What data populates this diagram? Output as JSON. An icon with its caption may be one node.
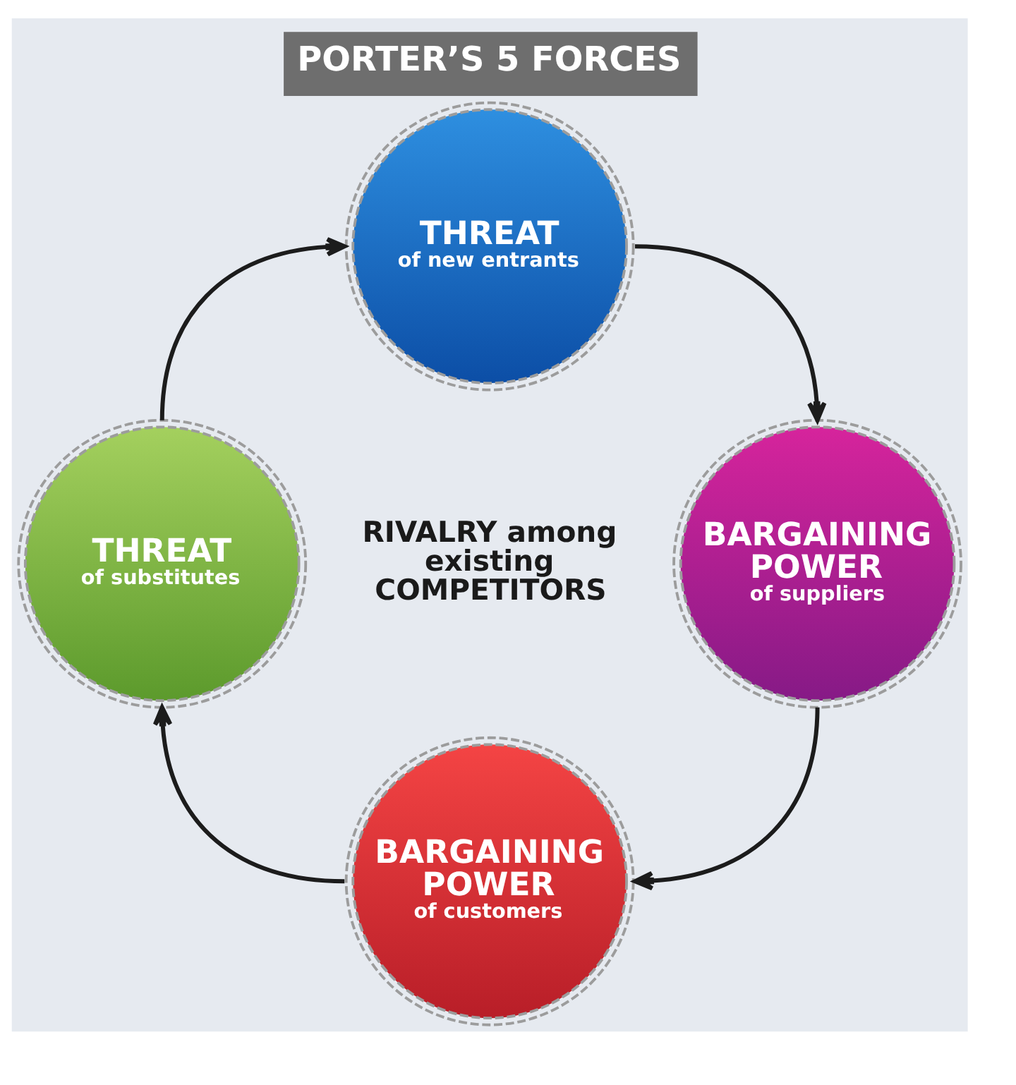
{
  "diagram": {
    "title": "PORTER’S 5 FORCES",
    "nodes": [
      {
        "text": [
          "THREAT",
          "of new entrants"
        ]
      },
      {
        "text": [
          "THREAT",
          "of substitutes"
        ]
      },
      {
        "text": [
          "BARGAINING POWER",
          "of suppliers"
        ]
      },
      {
        "text": [
          "BARGAINING POWER",
          "of customers"
        ]
      }
    ],
    "edges": [
      {
        "from": 1,
        "to": 0,
        "arrow": "to"
      },
      {
        "from": 0,
        "to": 2,
        "arrow": "to"
      },
      {
        "from": 2,
        "to": 3,
        "arrow": "to"
      },
      {
        "from": 3,
        "to": 1,
        "arrow": "to"
      }
    ],
    "labels": [
      "RIVALRY among existing COMPETITORS"
    ]
  }
}
